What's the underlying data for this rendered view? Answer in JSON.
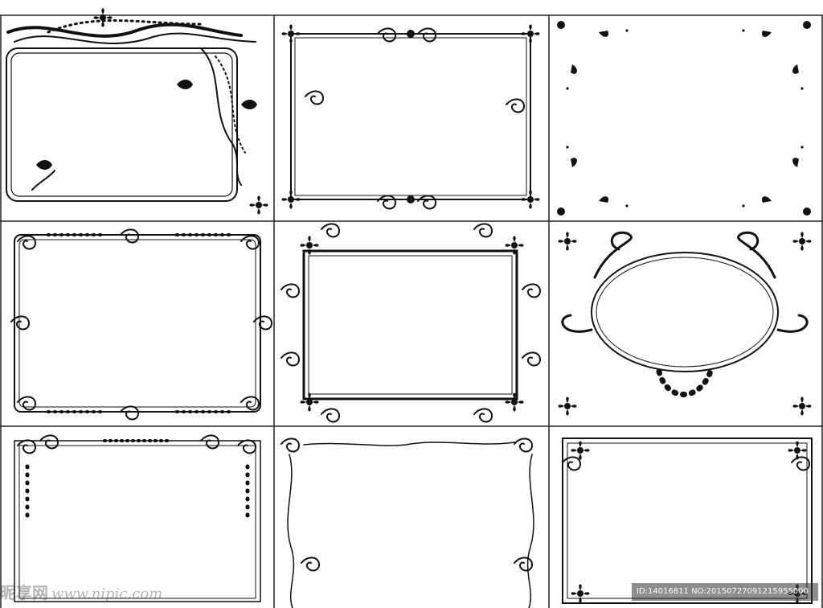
{
  "watermark": {
    "brand": "昵享网",
    "site": "www.nipic.com",
    "image_info": "ID:14016811 NO:20150727091215955000"
  },
  "colors": {
    "background": "#ffffff",
    "ink": "#111111",
    "grid": "#222222"
  },
  "frames": [
    {
      "name": "vine-floral-frame"
    },
    {
      "name": "baroque-scroll-frame"
    },
    {
      "name": "corner-dots-frame"
    },
    {
      "name": "swirl-beaded-frame"
    },
    {
      "name": "acanthus-leaf-frame"
    },
    {
      "name": "oval-flourish-frame"
    },
    {
      "name": "filigree-dot-frame"
    },
    {
      "name": "wavy-vine-frame"
    },
    {
      "name": "knot-corner-frame"
    }
  ]
}
